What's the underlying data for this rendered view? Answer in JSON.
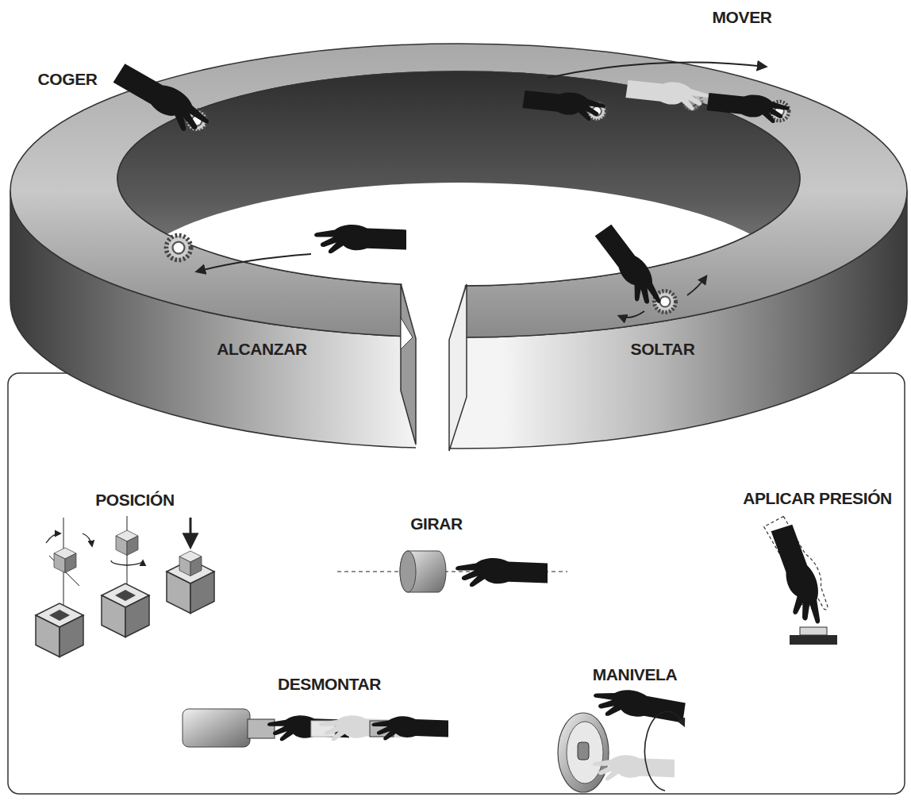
{
  "diagram": {
    "nodes": [
      {
        "text": [
          "POSICIÓN",
          "GIRAR",
          "APLICAR PRESIÓN",
          "MANIVELA",
          "DESMONTAR"
        ]
      }
    ],
    "labels": [
      "COGER",
      "MOVER",
      "ALCANZAR",
      "SOLTAR"
    ]
  }
}
